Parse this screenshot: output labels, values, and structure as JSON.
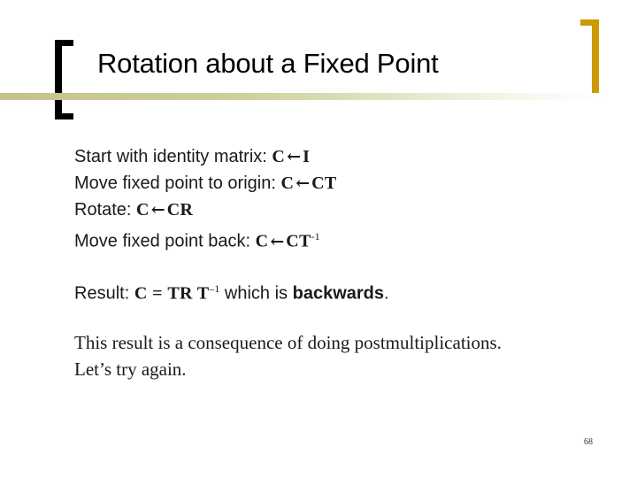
{
  "slide": {
    "title": "Rotation about a Fixed Point",
    "page_number": "68",
    "accent_color": "#cc9900",
    "rule_color": "#c8c890",
    "bracket_left_color": "#000000",
    "bracket_right_color": "#cc9900",
    "background_color": "#ffffff"
  },
  "steps": [
    {
      "label": "Start with identity matrix:",
      "lhs": "C",
      "arrow": "←",
      "rhs": "I",
      "exponent": ""
    },
    {
      "label": "Move fixed point to origin:",
      "lhs": "C",
      "arrow": "←",
      "rhs": "CT",
      "exponent": ""
    },
    {
      "label": "Rotate:",
      "lhs": "C",
      "arrow": "←",
      "rhs": "CR",
      "exponent": ""
    },
    {
      "label": "Move fixed point back:",
      "lhs": "C",
      "arrow": "←",
      "rhs": "CT",
      "exponent": "-1"
    }
  ],
  "result": {
    "prefix": "Result:",
    "lhs": "C",
    "equals": "=",
    "rhs": "TR T",
    "exponent": "–1",
    "middle": "which is",
    "emphasis": "backwards",
    "suffix": "."
  },
  "closing": {
    "line1": "This result is a consequence of doing postmultiplications.",
    "line2": "Let’s try again."
  }
}
